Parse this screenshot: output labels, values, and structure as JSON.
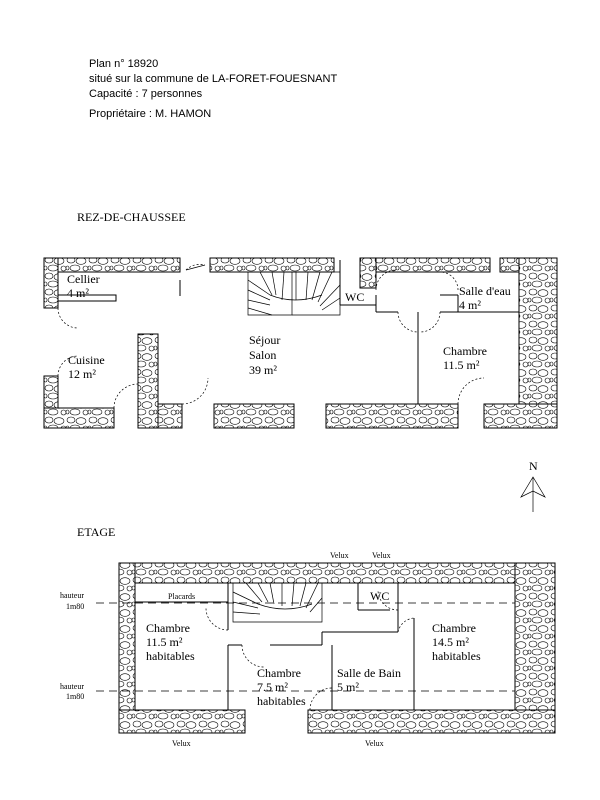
{
  "header": {
    "plan_no": "Plan n° 18920",
    "commune": "situé sur la commune de LA-FORET-FOUESNANT",
    "capacity": "Capacité : 7 personnes",
    "owner": "Propriétaire : M. HAMON"
  },
  "ground_floor": {
    "title": "REZ-DE-CHAUSSEE",
    "cellier": {
      "name": "Cellier",
      "area": "4 m²"
    },
    "cuisine": {
      "name": "Cuisine",
      "area": "12 m²"
    },
    "sejour": {
      "name": "Séjour",
      "name2": "Salon",
      "area": "39 m²"
    },
    "wc": "WC",
    "salle_eau": {
      "name": "Salle d'eau",
      "area": "4 m²"
    },
    "chambre": {
      "name": "Chambre",
      "area": "11.5 m²"
    }
  },
  "north": "N",
  "upper_floor": {
    "title": "ETAGE",
    "velux": "Velux",
    "hauteur": "hauteur",
    "height_value": "1m80",
    "placards": "Placards",
    "wc": "WC",
    "chambre_west": {
      "name": "Chambre",
      "area": "11.5 m²",
      "note": "habitables"
    },
    "chambre_mid": {
      "name": "Chambre",
      "area": "7.5 m²",
      "note": "habitables"
    },
    "salle_bain": {
      "name": "Salle de Bain",
      "area": "5 m²"
    },
    "chambre_east": {
      "name": "Chambre",
      "area": "14.5 m²",
      "note": "habitables"
    }
  }
}
